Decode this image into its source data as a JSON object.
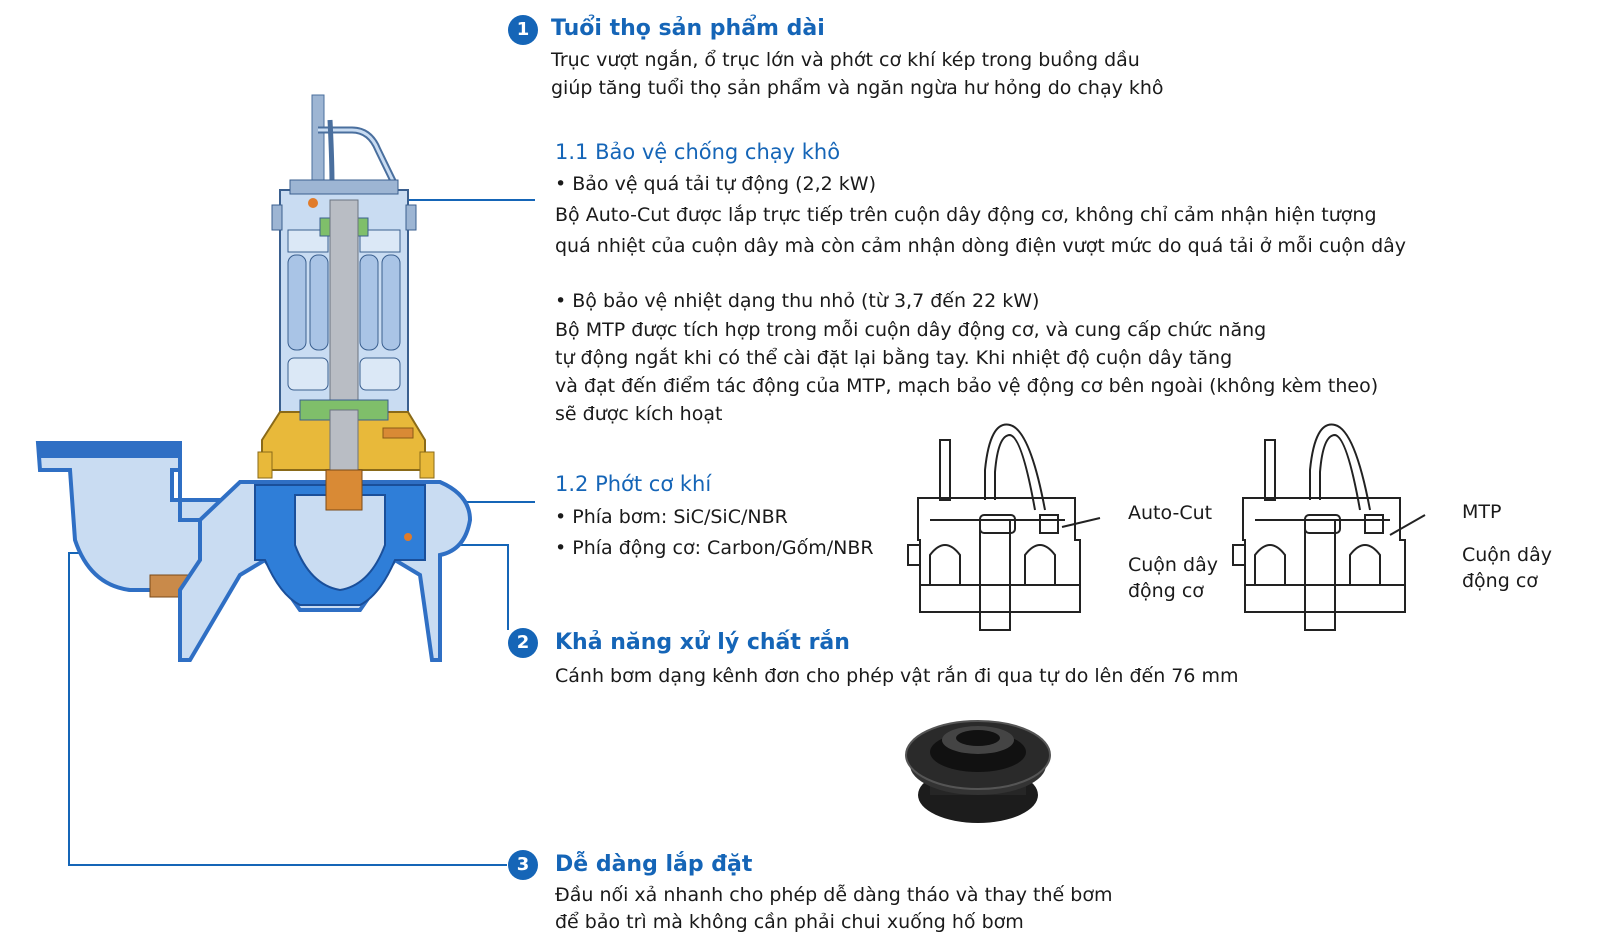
{
  "section1": {
    "number": "1",
    "title": "Tuổi thọ sản phẩm dài",
    "lines": [
      "Trục vượt ngắn, ổ trục lớn và phớt cơ khí kép trong buồng dầu",
      "giúp tăng tuổi thọ sản phẩm và ngăn ngừa hư hỏng do chạy khô"
    ]
  },
  "section11": {
    "title": "1.1 Bảo vệ chống chạy khô",
    "bullet1": "•  Bảo vệ quá tải tự động (2,2 kW)",
    "bullet1_lines": [
      "Bộ Auto-Cut được lắp trực tiếp trên cuộn dây động cơ, không chỉ cảm nhận hiện tượng",
      "quá nhiệt của cuộn dây mà còn cảm nhận dòng điện vượt mức do quá tải ở mỗi cuộn dây"
    ],
    "bullet2": "•  Bộ bảo vệ nhiệt dạng thu nhỏ (từ 3,7 đến 22 kW)",
    "bullet2_lines": [
      "Bộ MTP được tích hợp trong mỗi cuộn dây động cơ, và cung cấp chức năng",
      "tự động ngắt khi có thể cài đặt lại bằng tay. Khi nhiệt độ cuộn dây tăng",
      "và đạt đến điểm tác động của MTP, mạch bảo vệ động cơ bên ngoài (không kèm theo)",
      "sẽ được kích hoạt"
    ]
  },
  "section12": {
    "title": "1.2 Phớt cơ khí",
    "items": [
      "•  Phía bơm: SiC/SiC/NBR",
      "•  Phía động cơ: Carbon/Gốm/NBR"
    ]
  },
  "figures": {
    "left": {
      "label1": "Auto-Cut",
      "label2": [
        "Cuộn dây",
        "động cơ"
      ]
    },
    "right": {
      "label1": "MTP",
      "label2": [
        "Cuộn dây",
        "động cơ"
      ]
    }
  },
  "section2": {
    "number": "2",
    "title": "Khả năng xử lý chất rắn",
    "text": "Cánh bơm dạng kênh đơn cho phép vật rắn đi qua tự do lên đến 76 mm"
  },
  "section3": {
    "number": "3",
    "title": "Dễ dàng lắp đặt",
    "lines": [
      "Đầu nối xả nhanh cho phép dễ dàng tháo và thay thế bơm",
      "để bảo trì mà không cần phải chui xuống hố bơm"
    ]
  },
  "colors": {
    "accent": "#1565b7",
    "pump_blue": "#2f6fc4",
    "pump_light": "#c9dcf2",
    "brass": "#e8b93a"
  }
}
